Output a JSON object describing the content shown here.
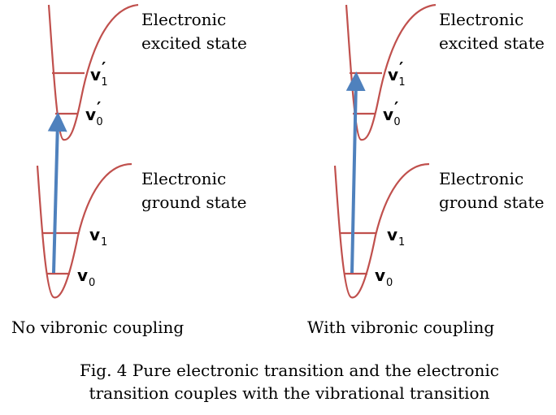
{
  "colors": {
    "curve": "#c0504d",
    "arrow": "#4f81bd",
    "text": "#000000",
    "background": "#ffffff"
  },
  "labels": {
    "excited_state": [
      "Electronic",
      "excited state"
    ],
    "ground_state": [
      "Electronic",
      "ground state"
    ],
    "v_symbol": "v",
    "v_prime": "′",
    "sub_0": "0",
    "sub_1": "1"
  },
  "panels": [
    {
      "id": "left",
      "caption": "No vibronic coupling",
      "transition": {
        "from": "v0",
        "to": "v0'"
      }
    },
    {
      "id": "right",
      "caption": "With vibronic coupling",
      "transition": {
        "from": "v0",
        "to": "v1'"
      }
    }
  ],
  "figure_caption": {
    "line1": "Fig. 4 Pure electronic transition and the electronic",
    "line2": "transition couples with the vibrational transition"
  }
}
